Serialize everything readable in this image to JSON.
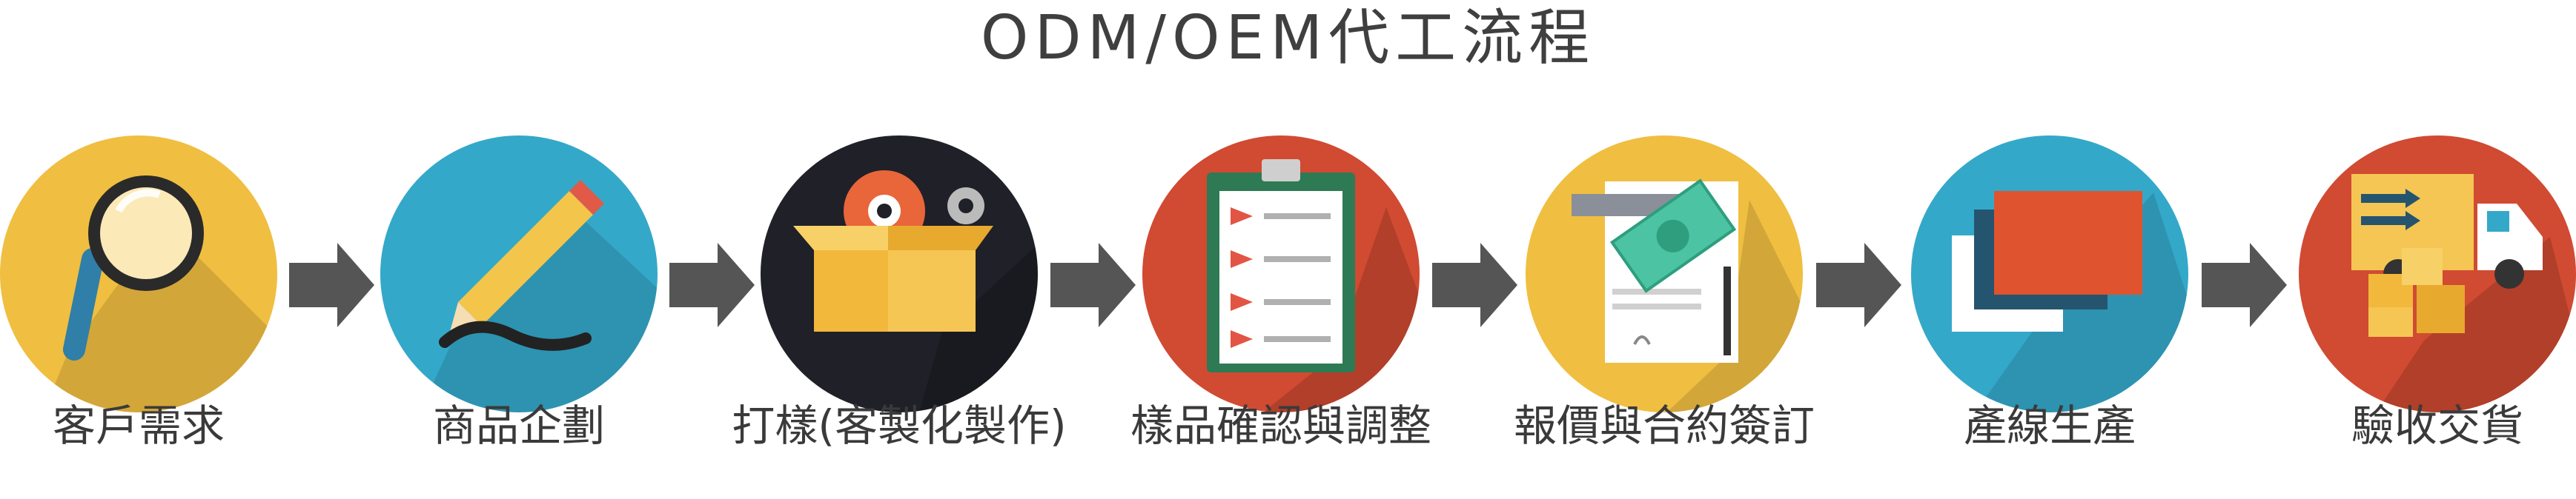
{
  "title": "ODM/OEM代工流程",
  "steps": [
    {
      "label": "客戶需求",
      "icon": "magnifier-icon",
      "color": "#f0be40"
    },
    {
      "label": "商品企劃",
      "icon": "pencil-icon",
      "color": "#34a8c9"
    },
    {
      "label": "打樣(客製化製作)",
      "icon": "gear-box-icon",
      "color": "#202028"
    },
    {
      "label": "樣品確認與調整",
      "icon": "clipboard-checklist-icon",
      "color": "#d14a32"
    },
    {
      "label": "報價與合約簽訂",
      "icon": "contract-money-icon",
      "color": "#f0be40"
    },
    {
      "label": "產線生產",
      "icon": "production-panels-icon",
      "color": "#34a8c9"
    },
    {
      "label": "驗收交貨",
      "icon": "delivery-truck-icon",
      "color": "#d14a32"
    }
  ],
  "arrow_color": "#555555"
}
